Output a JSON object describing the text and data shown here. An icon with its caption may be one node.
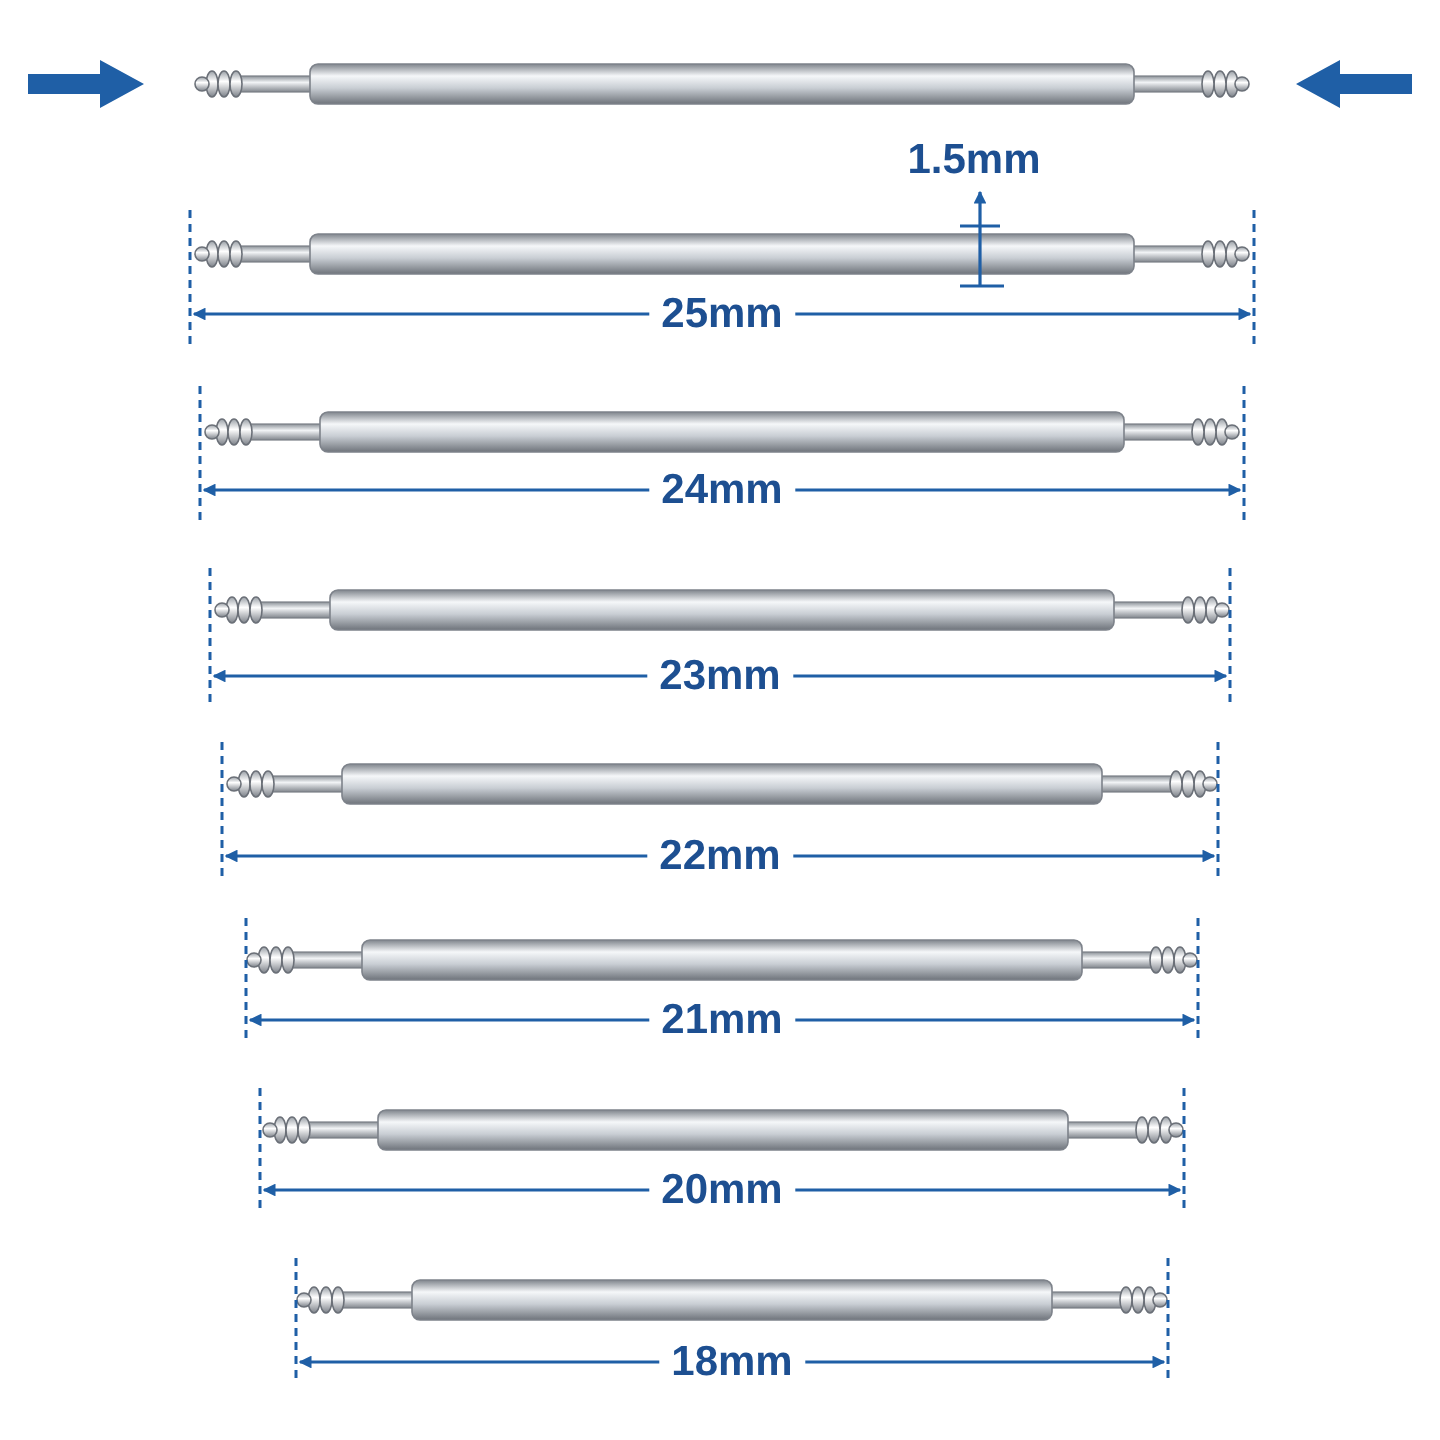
{
  "diagram": {
    "labels": [
      "1.5mm",
      "25mm",
      "24mm",
      "23mm",
      "22mm",
      "21mm",
      "20mm",
      "18mm"
    ]
  }
}
